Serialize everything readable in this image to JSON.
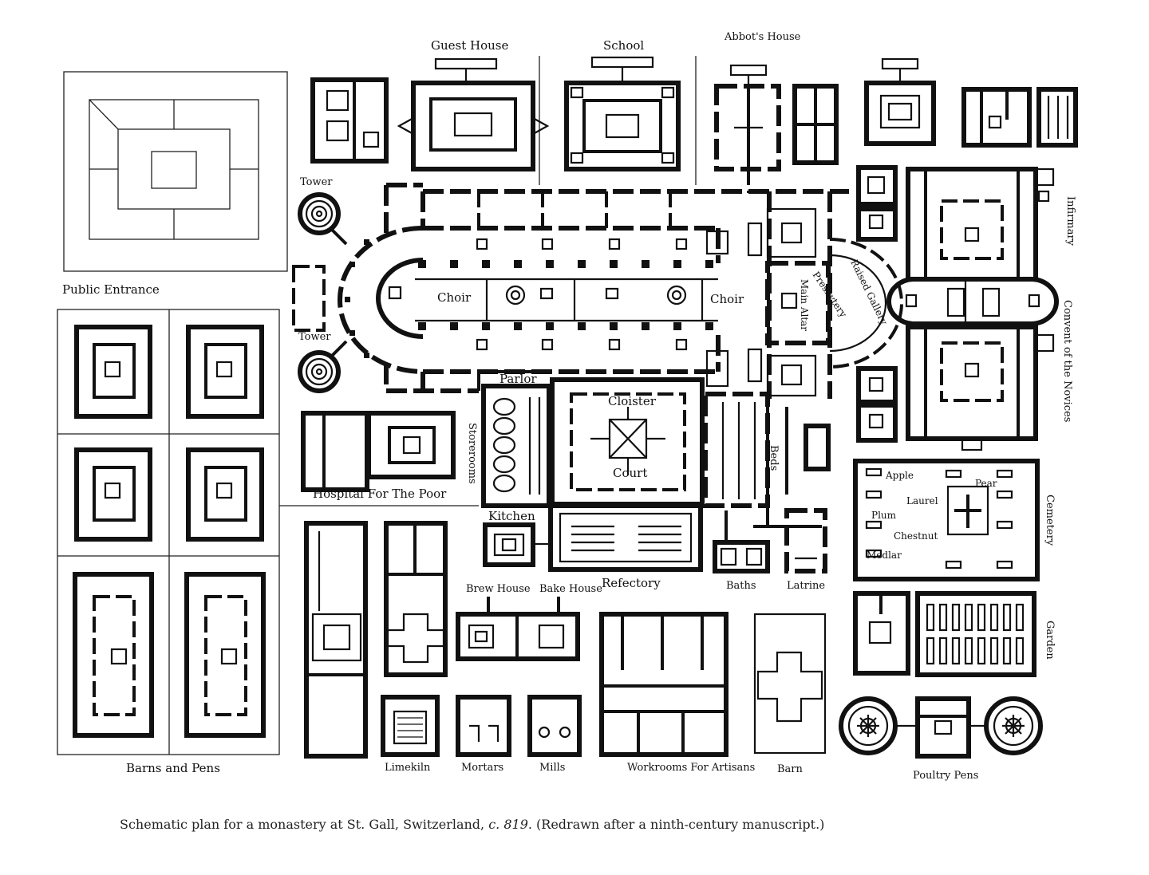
{
  "labels": {
    "guest_house": "Guest House",
    "school": "School",
    "abbots_house": "Abbot's House",
    "tower_north": "Tower",
    "tower_south": "Tower",
    "public_entrance": "Public Entrance",
    "choir_west": "Choir",
    "choir_east": "Choir",
    "main_altar": "Main Altar",
    "raised_gallery": "Raised Gallery",
    "presbytery": "Presbytery",
    "infirmary": "Infirmary",
    "convent_novices": "Convent of the Novices",
    "parlor": "Parlor",
    "storerooms": "Storerooms",
    "cloister": "Cloister",
    "court": "Court",
    "beds": "Beds",
    "hospital_poor": "Hospital For The Poor",
    "kitchen": "Kitchen",
    "brew_house": "Brew House",
    "bake_house": "Bake House",
    "refectory": "Refectory",
    "baths": "Baths",
    "latrine": "Latrine",
    "cemetery": "Cemetery",
    "garden": "Garden",
    "barns_pens": "Barns and Pens",
    "limekiln": "Limekiln",
    "mortars": "Mortars",
    "mills": "Mills",
    "workrooms": "Workrooms For Artisans",
    "barn": "Barn",
    "poultry_pens": "Poultry Pens"
  },
  "cemetery_labels": [
    "Apple",
    "Pear",
    "Laurel",
    "Plum",
    "Chestnut",
    "Medlar"
  ],
  "caption": {
    "prefix": "Schematic plan for a monastery at St. Gall, Switzerland, ",
    "date": "c. 819",
    "suffix": ". (Redrawn after a ninth-century manuscript.)"
  }
}
